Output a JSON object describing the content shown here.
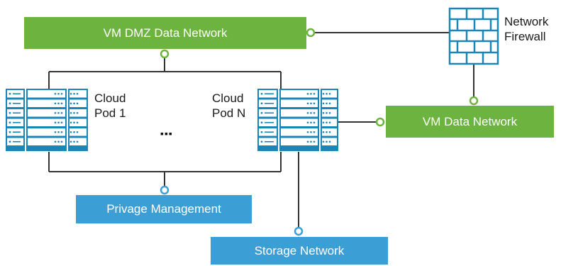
{
  "networks": {
    "dmz": "VM DMZ Data Network",
    "vm_data": "VM Data Network",
    "management": "Privage Management",
    "storage": "Storage Network"
  },
  "firewall": {
    "line1": "Network",
    "line2": "Firewall"
  },
  "pods": {
    "pod1": {
      "line1": "Cloud",
      "line2": "Pod 1"
    },
    "podN": {
      "line1": "Cloud",
      "line2": "Pod N"
    },
    "ellipsis": "▪▪▪"
  },
  "colors": {
    "green": "#6cb33f",
    "blue": "#3b9fd6",
    "server": "#1a86b8",
    "line": "#333333"
  }
}
